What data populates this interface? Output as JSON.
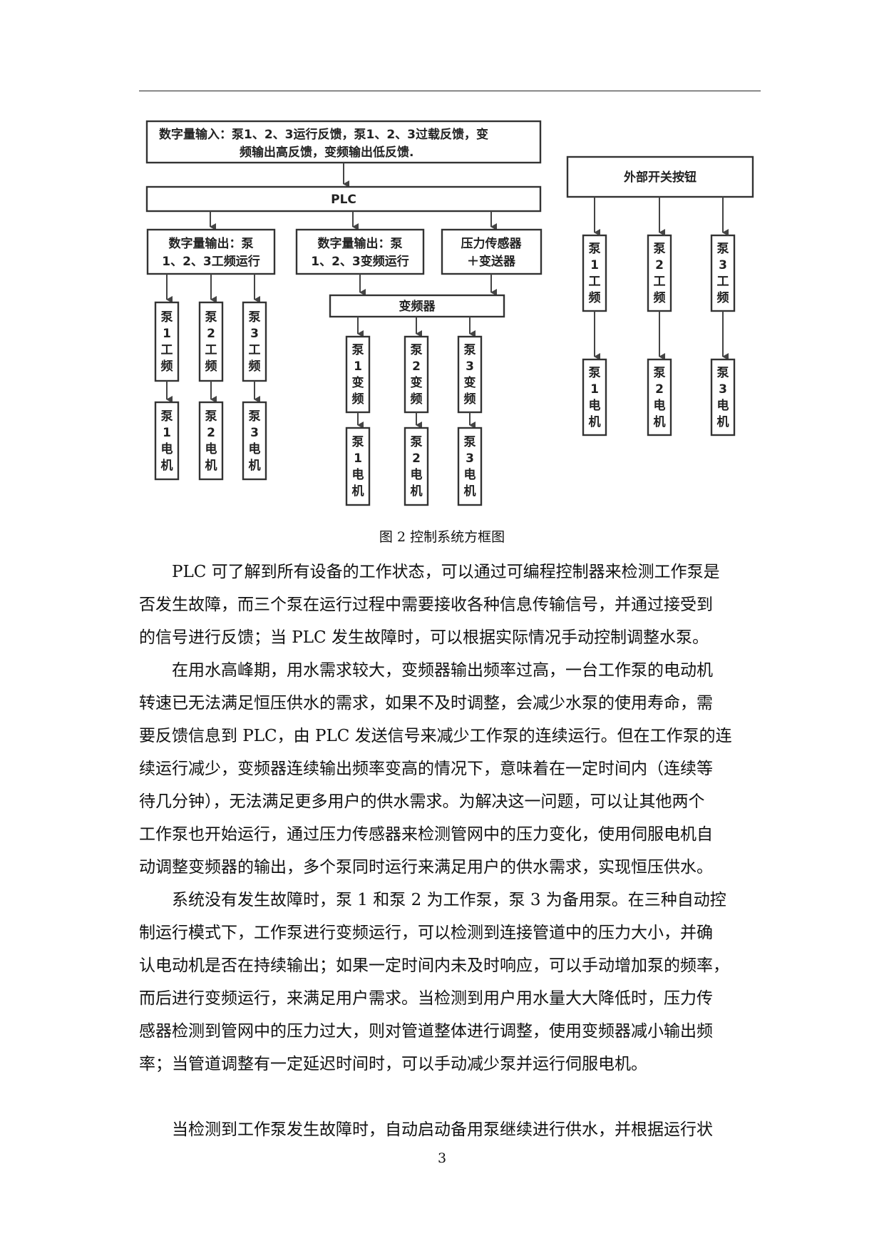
{
  "diagram": {
    "input_box": [
      "数字量输入：泵1、2、3运行反馈，泵1、2、3过载反馈，变",
      "频输出高反馈，变频输出低反馈."
    ],
    "plc": "PLC",
    "out_power": [
      "数字量输出：泵",
      "1、2、3工频运行"
    ],
    "out_vfd": [
      "数字量输出：泵",
      "1、2、3变频运行"
    ],
    "pressure": [
      "压力传感器",
      "＋变送器"
    ],
    "vfd": "变频器",
    "external": "外部开关按钮",
    "pump_power": [
      "泵1工频",
      "泵2工频",
      "泵3工频"
    ],
    "pump_vfd": [
      "泵1变频",
      "泵2变频",
      "泵3变频"
    ],
    "motors": [
      "泵1电机",
      "泵2电机",
      "泵3电机"
    ]
  },
  "caption": "图 2  控制系统方框图",
  "paragraphs": [
    [
      "PLC 可了解到所有设备的工作状态，可以通过可编程控制器来检测工作泵是",
      "否发生故障，而三个泵在运行过程中需要接收各种信息传输信号，并通过接受到",
      "的信号进行反馈；当 PLC 发生故障时，可以根据实际情况手动控制调整水泵。"
    ],
    [
      "在用水高峰期，用水需求较大，变频器输出频率过高，一台工作泵的电动机",
      "转速已无法满足恒压供水的需求，如果不及时调整，会减少水泵的使用寿命，需",
      "要反馈信息到 PLC，由 PLC 发送信号来减少工作泵的连续运行。但在工作泵的连",
      "续运行减少，变频器连续输出频率变高的情况下，意味着在一定时间内（连续等",
      "待几分钟），无法满足更多用户的供水需求。为解决这一问题，可以让其他两个",
      "工作泵也开始运行，通过压力传感器来检测管网中的压力变化，使用伺服电机自",
      "动调整变频器的输出，多个泵同时运行来满足用户的供水需求，实现恒压供水。"
    ],
    [
      "系统没有发生故障时，泵 1 和泵 2 为工作泵，泵 3 为备用泵。在三种自动控",
      "制运行模式下，工作泵进行变频运行，可以检测到连接管道中的压力大小，并确",
      "认电动机是否在持续输出；如果一定时间内未及时响应，可以手动增加泵的频率，",
      "而后进行变频运行，来满足用户需求。当检测到用户用水量大大降低时，压力传",
      "感器检测到管网中的压力过大，则对管道整体进行调整，使用变频器减小输出频",
      "率；当管道调整有一定延迟时间时，可以手动减少泵并运行伺服电机。"
    ],
    [
      "当检测到工作泵发生故障时，自动启动备用泵继续进行供水，并根据运行状"
    ]
  ],
  "page_number": "3"
}
